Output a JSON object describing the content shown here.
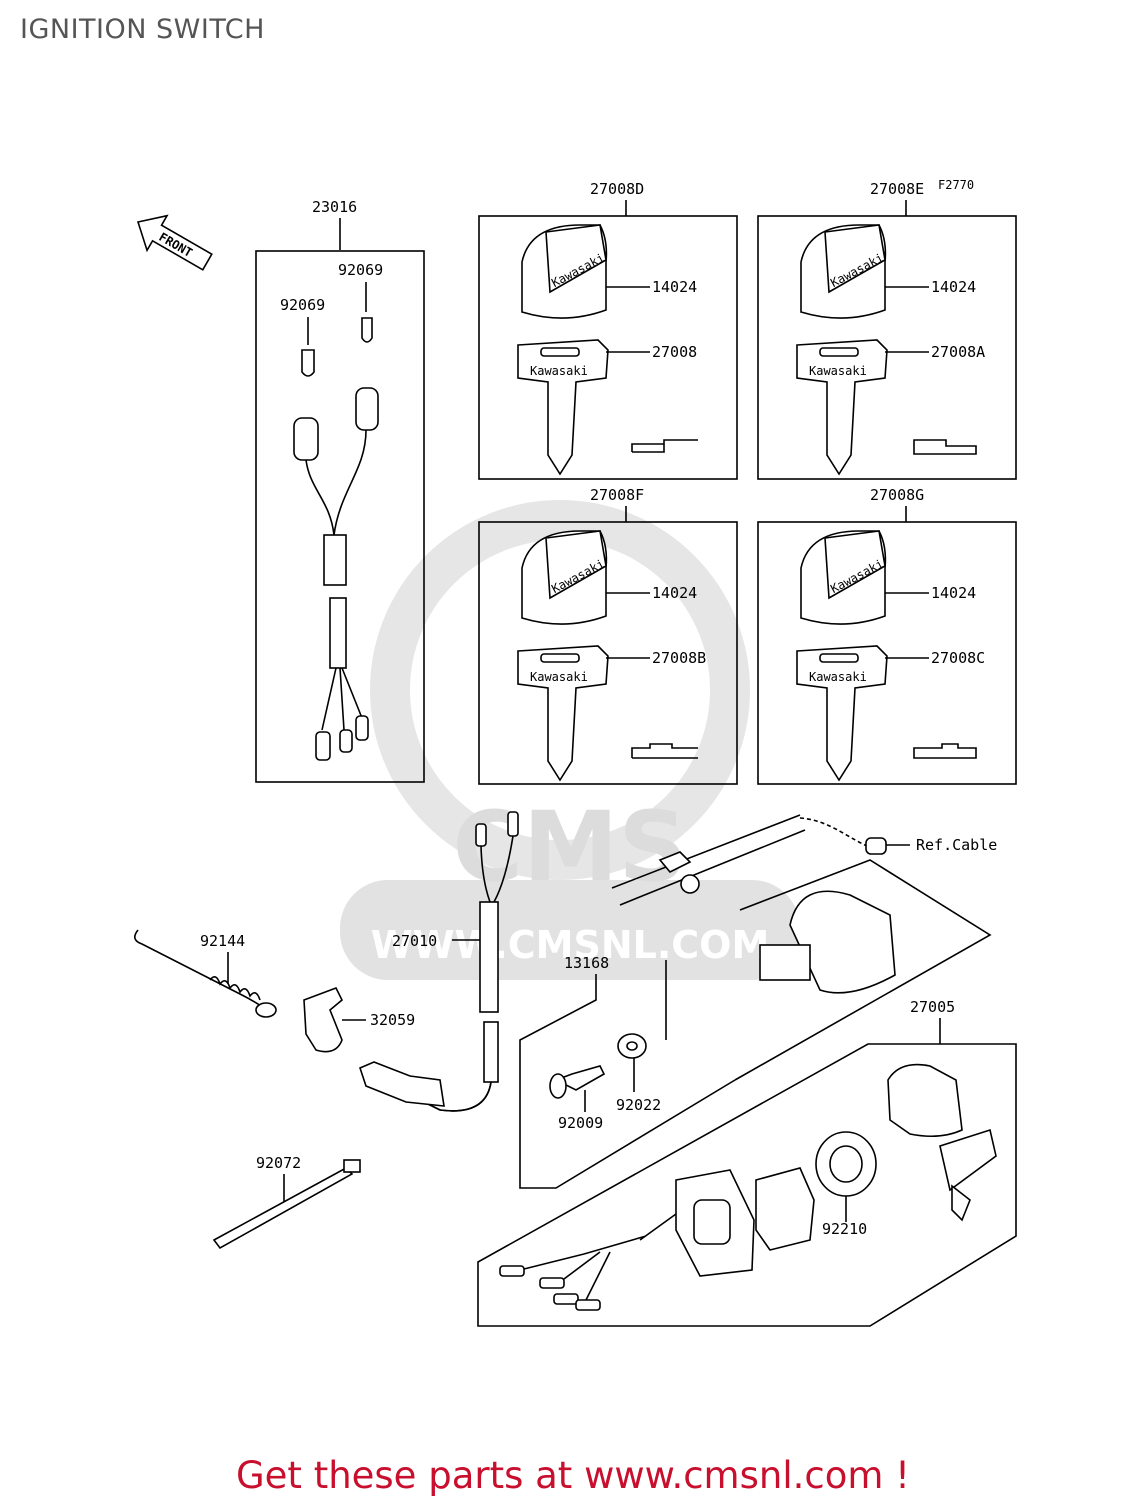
{
  "title": "IGNITION SWITCH",
  "figure_code": "F2770",
  "front_label": "FRONT",
  "watermark": {
    "brand": "CMS",
    "url": "WWW.CMSNL.COM"
  },
  "footer": "Get these parts at www.cmsnl.com !",
  "key_brand": "Kawasaki",
  "parts": {
    "p23016": "23016",
    "p92069_a": "92069",
    "p92069_b": "92069",
    "p27008D": "27008D",
    "p27008E": "27008E",
    "p27008F": "27008F",
    "p27008G": "27008G",
    "p14024_a": "14024",
    "p14024_b": "14024",
    "p14024_c": "14024",
    "p14024_d": "14024",
    "p27008": "27008",
    "p27008A": "27008A",
    "p27008B": "27008B",
    "p27008C": "27008C",
    "ref_cable": "Ref.Cable",
    "p92144": "92144",
    "p27010": "27010",
    "p13168": "13168",
    "p32059": "32059",
    "p27005": "27005",
    "p92022": "92022",
    "p92009": "92009",
    "p92072": "92072",
    "p92210": "92210"
  }
}
